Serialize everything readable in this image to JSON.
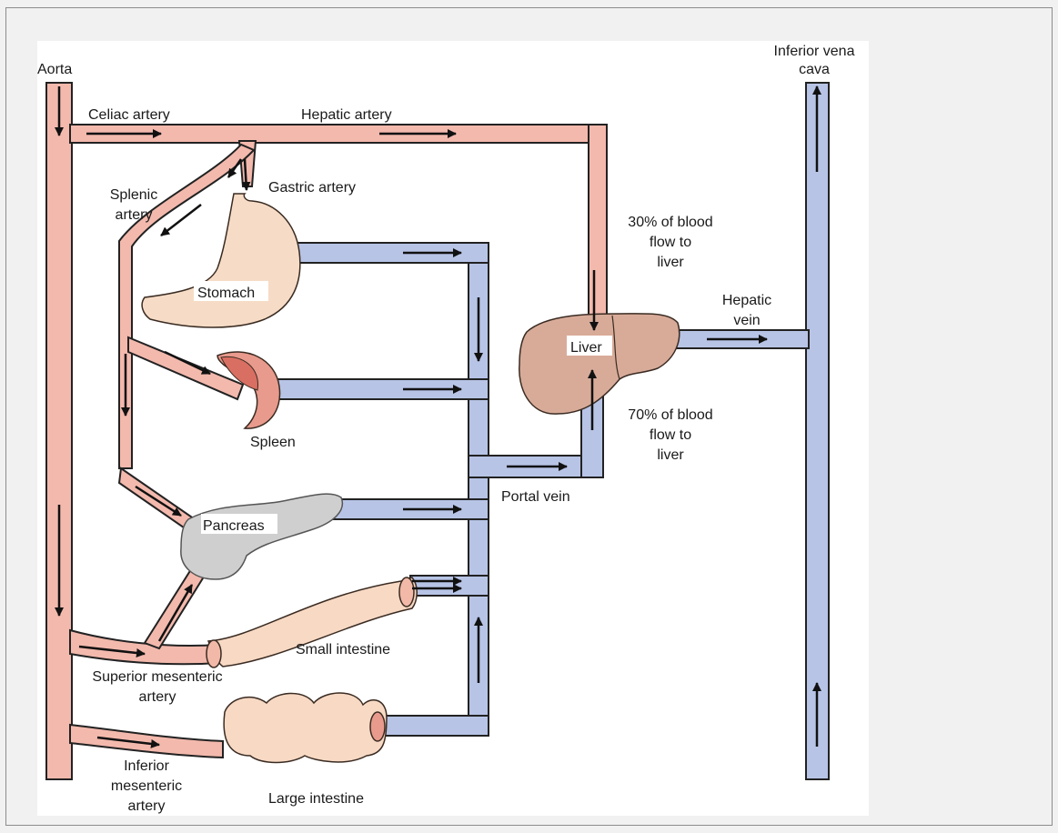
{
  "labels": {
    "aorta": "Aorta",
    "ivc_line1": "Inferior vena",
    "ivc_line2": "cava",
    "celiac": "Celiac artery",
    "hepatic_artery": "Hepatic artery",
    "splenic_line1": "Splenic",
    "splenic_line2": "artery",
    "gastric": "Gastric artery",
    "stomach": "Stomach",
    "spleen": "Spleen",
    "pancreas": "Pancreas",
    "small_intestine": "Small intestine",
    "large_intestine": "Large intestine",
    "sma_line1": "Superior mesenteric",
    "sma_line2": "artery",
    "ima_line1": "Inferior",
    "ima_line2": "mesenteric",
    "ima_line3": "artery",
    "liver": "Liver",
    "portal_vein": "Portal vein",
    "hepatic_vein_line1": "Hepatic",
    "hepatic_vein_line2": "vein",
    "flow30_line1": "30% of blood",
    "flow30_line2": "flow to",
    "flow30_line3": "liver",
    "flow70_line1": "70% of blood",
    "flow70_line2": "flow to",
    "flow70_line3": "liver"
  },
  "colors": {
    "artery": "#f3b9ad",
    "vein": "#b7c4e6",
    "liver": "#d8ab99",
    "stomach": "#f6dcc6",
    "spleen": "#e89a8c",
    "pancreas": "#cfcfcf",
    "intestine": "#f7d9c4"
  }
}
